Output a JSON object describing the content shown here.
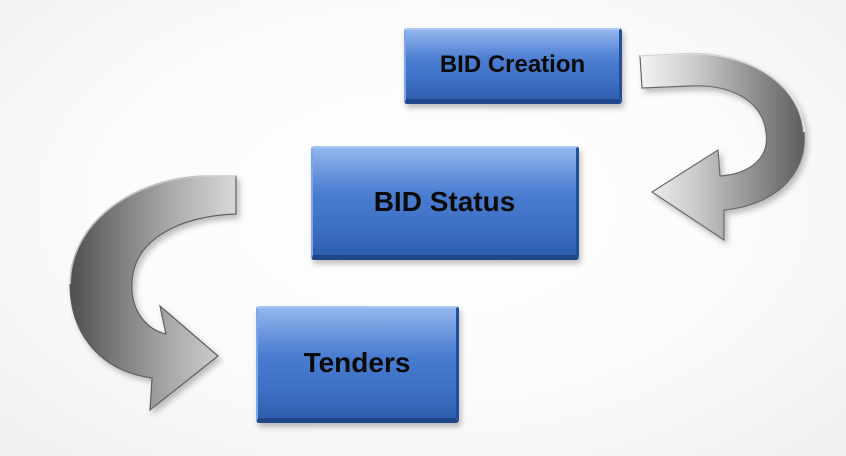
{
  "diagram": {
    "steps": [
      {
        "id": "bid_creation",
        "label": "BID Creation"
      },
      {
        "id": "bid_status",
        "label": "BID Status"
      },
      {
        "id": "tenders",
        "label": "Tenders"
      }
    ],
    "arrows": [
      {
        "from": "bid_creation",
        "to": "bid_status"
      },
      {
        "from": "bid_status",
        "to": "tenders"
      }
    ],
    "colors": {
      "box_fill": "#4f82d6",
      "box_edge": "#1f4688",
      "arrow_metal": "#9c9c9c",
      "text": "#0a0a0a"
    }
  }
}
